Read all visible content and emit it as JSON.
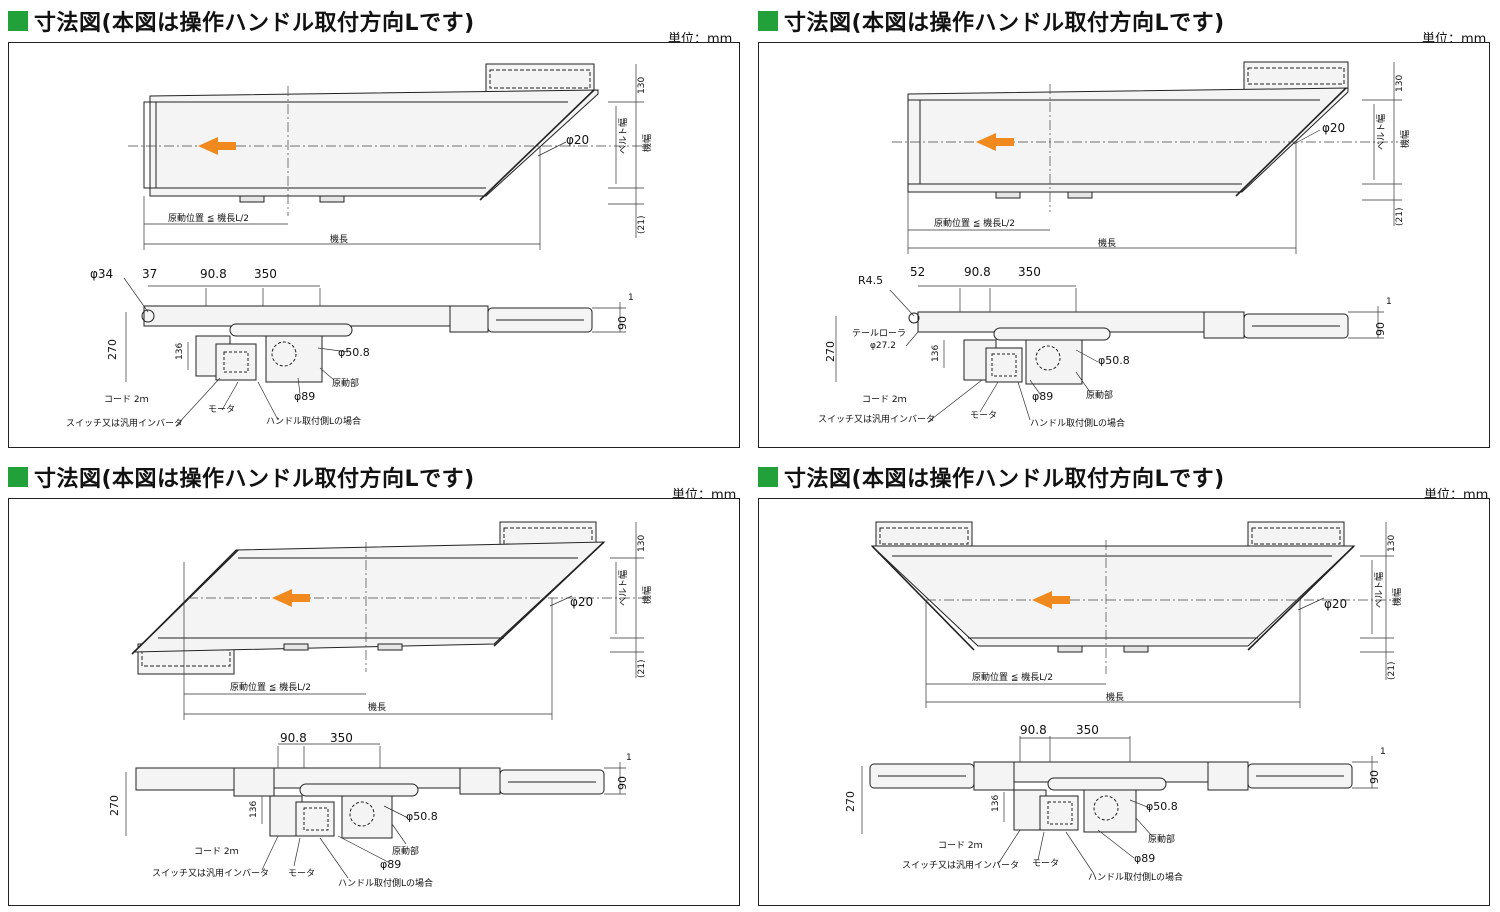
{
  "panels": [
    {
      "title": "寸法図(本図は操作ハンドル取付方向Lです)",
      "unit": "単位：mm",
      "labels": {
        "top_130": "130",
        "belt_width": "ベルト幅",
        "machine_width": "機幅",
        "dim_21": "(21)",
        "phi20": "φ20",
        "drive_position": "原動位置 ≦ 機長L/2",
        "machine_length": "機長",
        "r_label": "φ34",
        "d_left": "37",
        "d_908": "90.8",
        "d_350": "350",
        "d_1": "1",
        "d_90": "90",
        "d_270": "270",
        "d_136": "136",
        "phi508": "φ50.8",
        "phi89": "φ89",
        "cord": "コード 2ｍ",
        "switch": "スイッチ又は汎用インバータ",
        "motor": "モータ",
        "drive_unit": "原動部",
        "handle_side": "ハンドル取付側Lの場合",
        "tail_roller": "",
        "tail_roller_phi": ""
      }
    },
    {
      "title": "寸法図(本図は操作ハンドル取付方向Lです)",
      "unit": "単位：mm",
      "labels": {
        "top_130": "130",
        "belt_width": "ベルト幅",
        "machine_width": "機幅",
        "dim_21": "(21)",
        "phi20": "φ20",
        "drive_position": "原動位置 ≦ 機長L/2",
        "machine_length": "機長",
        "r_label": "R4.5",
        "d_left": "52",
        "d_908": "90.8",
        "d_350": "350",
        "d_1": "1",
        "d_90": "90",
        "d_270": "270",
        "d_136": "136",
        "phi508": "φ50.8",
        "phi89": "φ89",
        "cord": "コード 2ｍ",
        "switch": "スイッチ又は汎用インバータ",
        "motor": "モータ",
        "drive_unit": "原動部",
        "handle_side": "ハンドル取付側Lの場合",
        "tail_roller": "テールローラ",
        "tail_roller_phi": "φ27.2"
      }
    },
    {
      "title": "寸法図(本図は操作ハンドル取付方向Lです)",
      "unit": "単位：mm",
      "labels": {
        "top_130": "130",
        "belt_width": "ベルト幅",
        "machine_width": "機幅",
        "dim_21": "(21)",
        "phi20": "φ20",
        "drive_position": "原動位置 ≦ 機長L/2",
        "machine_length": "機長",
        "r_label": "",
        "d_left": "",
        "d_908": "90.8",
        "d_350": "350",
        "d_1": "1",
        "d_90": "90",
        "d_270": "270",
        "d_136": "136",
        "phi508": "φ50.8",
        "phi89": "φ89",
        "cord": "コード 2ｍ",
        "switch": "スイッチ又は汎用インバータ",
        "motor": "モータ",
        "drive_unit": "原動部",
        "handle_side": "ハンドル取付側Lの場合",
        "tail_roller": "",
        "tail_roller_phi": ""
      }
    },
    {
      "title": "寸法図(本図は操作ハンドル取付方向Lです)",
      "unit": "単位：mm",
      "labels": {
        "top_130": "130",
        "belt_width": "ベルト幅",
        "machine_width": "機幅",
        "dim_21": "(21)",
        "phi20": "φ20",
        "drive_position": "原動位置 ≦ 機長L/2",
        "machine_length": "機長",
        "r_label": "",
        "d_left": "",
        "d_908": "90.8",
        "d_350": "350",
        "d_1": "1",
        "d_90": "90",
        "d_270": "270",
        "d_136": "136",
        "phi508": "φ50.8",
        "phi89": "φ89",
        "cord": "コード 2ｍ",
        "switch": "スイッチ又は汎用インバータ",
        "motor": "モータ",
        "drive_unit": "原動部",
        "handle_side": "ハンドル取付側Lの場合",
        "tail_roller": "",
        "tail_roller_phi": ""
      }
    }
  ],
  "colors": {
    "accent_square": "#22a03a",
    "flow_arrow": "#f08a1e"
  }
}
